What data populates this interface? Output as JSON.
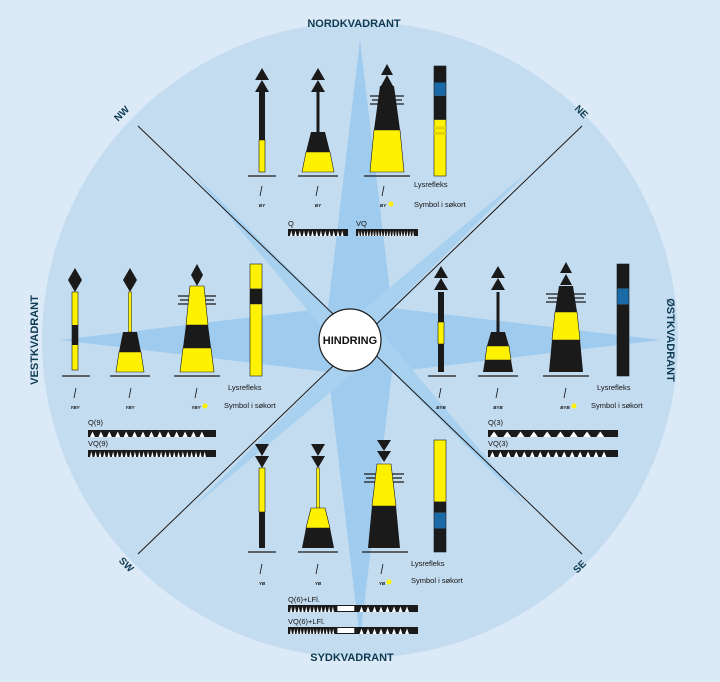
{
  "colors": {
    "background": "#dbeaf6",
    "circle": "#c4dcf0",
    "star": "#9fcbee",
    "yellow": "#fff200",
    "black": "#1a1a1a",
    "blue": "#1a6aa8"
  },
  "center_label": "HINDRING",
  "quadrants": {
    "north": "NORDKVADRANT",
    "south": "SYDKVADRANT",
    "east": "ØSTKVADRANT",
    "west": "VESTKVADRANT"
  },
  "directions": {
    "nw": "NW",
    "ne": "NE",
    "sw": "SW",
    "se": "SE"
  },
  "legend": {
    "reflector": "Lysrefleks",
    "chart_symbol": "Symbol i søkort"
  },
  "groups": {
    "north": {
      "codes": [
        "BY",
        "BY",
        "BY"
      ],
      "lights": [
        {
          "label": "Q"
        },
        {
          "label": "VQ"
        }
      ],
      "reflector_pattern": [
        "black",
        "blue",
        "black",
        "yellow"
      ]
    },
    "west": {
      "codes": [
        "YBY",
        "YBY",
        "YBY"
      ],
      "lights": [
        {
          "label": "Q(9)"
        },
        {
          "label": "VQ(9)"
        }
      ],
      "reflector_pattern": [
        "yellow",
        "black",
        "yellow"
      ]
    },
    "east": {
      "codes": [
        "BYB",
        "BYB",
        "BYB"
      ],
      "lights": [
        {
          "label": "Q(3)"
        },
        {
          "label": "VQ(3)"
        }
      ],
      "reflector_pattern": [
        "black",
        "blue",
        "black"
      ]
    },
    "south": {
      "codes": [
        "YB",
        "YB",
        "YB"
      ],
      "lights": [
        {
          "label": "Q(6)+LFl."
        },
        {
          "label": "VQ(6)+LFl."
        }
      ],
      "reflector_pattern": [
        "yellow",
        "black",
        "blue",
        "black"
      ]
    }
  }
}
